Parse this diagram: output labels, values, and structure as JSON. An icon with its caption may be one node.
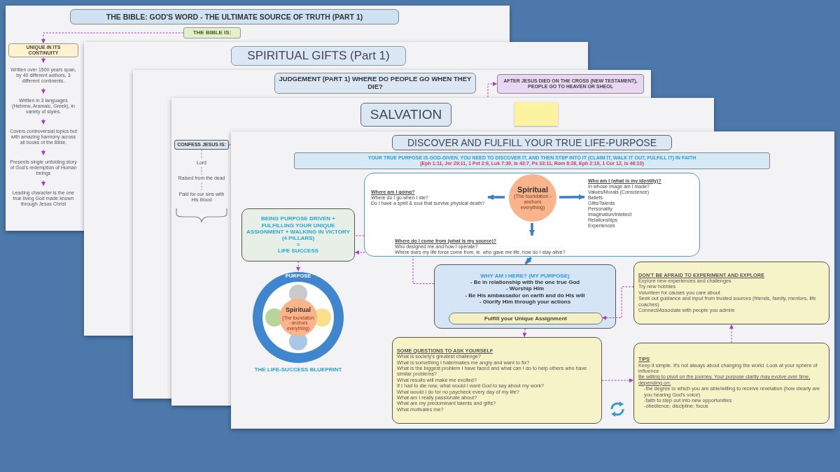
{
  "diagram": {
    "nodes": [
      {
        "text": [
          "THE BIBLE: GOD'S WORD - THE ULTIMATE SOURCE OF TRUTH (PART 1)"
        ]
      },
      {
        "text": [
          "THE BIBLE IS:"
        ]
      },
      {
        "text": [
          "UNIQUE IN ITS CONTINUITY"
        ]
      },
      {
        "text": [
          "Written over 1500 years span, by 40 different authors, 3 different continents."
        ]
      },
      {
        "text": [
          "Written in 3 languages (Hebrew, Aramaic, Greek), in variety of styles."
        ]
      },
      {
        "text": [
          "Covers controversial topics but with amazing harmony across all books of the Bible."
        ]
      },
      {
        "text": [
          "Presents single unfolding story of God's redemption of Human beings"
        ]
      },
      {
        "text": [
          "Leading character is the one true living God made known through Jesus Christ"
        ]
      },
      {
        "text": [
          "SPIRITUAL GIFTS (Part 1)"
        ]
      },
      {
        "text": [
          "JUDGEMENT (PART 1) WHERE DO PEOPLE GO WHEN THEY DIE?"
        ]
      },
      {
        "text": [
          "AFTER JESUS DIED ON THE CROSS (NEW TESTAMENT), PEOPLE GO TO HEAVEN OR SHEOL"
        ]
      },
      {
        "text": [
          "SALVATION"
        ]
      },
      {
        "text": [
          "CONFESS JESUS IS:"
        ]
      },
      {
        "text": [
          "Lord"
        ]
      },
      {
        "text": [
          "Raised from the dead"
        ]
      },
      {
        "text": [
          "Paid for our sins with His blood"
        ]
      },
      {
        "text": [
          "DISCOVER AND FULFILL YOUR TRUE LIFE-PURPOSE"
        ]
      },
      {
        "text": [
          "YOUR TRUE PURPOSE IS GOD-GIVEN. YOU NEED TO DISCOVER IT, AND THEN STEP INTO IT (CLAIM IT, WALK IT OUT, FULFILL IT) IN FAITH",
          "(Eph 1:11, Jer 29:11, 1 Pet 2:9, Luk 7:30, Is 43:7, Ps 33:11, Rom 8:28, Eph 2:10, 1 Cor 12, Is 46:10)"
        ]
      },
      {
        "text": [],
        "shape": "box"
      },
      {
        "text": [
          "Spiritual",
          "(The foundation - anchors everything)"
        ],
        "in": 18
      },
      {
        "text": [
          "Where am I going?",
          "Where do I go when I die?",
          "Do I have a spirit & soul that survive physical death?"
        ],
        "in": 18
      },
      {
        "text": [
          "Who am I (what is my identity)?",
          "In whose image am I made?",
          "Values/Morals (Conscience)",
          "Beliefs",
          "Gifts/Talents",
          "Personality",
          "Imagination/Intellect",
          "Relationships",
          "Experiences"
        ],
        "in": 18
      },
      {
        "text": [
          "Where do I come from (what is my source)?",
          "Who designed me and how I operate?",
          "Where does my life force come from, ie. who gave me life, how do I stay alive?"
        ],
        "in": 18
      },
      {
        "text": [
          "BEING PURPOSE DRIVEN + FULFILLING YOUR UNIQUE ASSIGNMENT + WALKING IN VICTORY (4 PILLARS)",
          "=",
          "LIFE SUCCESS"
        ]
      },
      {
        "text": [
          "PURPOSE",
          "Spiritual",
          "(The foundation - anchors everything)"
        ],
        "beside": [
          "THE LIFE-SUCCESS BLUEPRINT"
        ]
      },
      {
        "text": [
          "WHY AM I HERE? (MY PURPOSE)",
          "- Be in relationship with the one true God",
          "- Worship Him",
          "- Be His ambassador on earth and do His will",
          "- Glorify Him through your actions"
        ]
      },
      {
        "text": [
          "Fulfill your Unique Assignment"
        ],
        "in": 25
      },
      {
        "text": [
          "SOME QUESTIONS TO ASK YOURSELF",
          "What is society's greatest challenge?",
          "What is something I hate/makes me angry and want to fix?",
          "What is the biggest problem I have faced and what can I do to help others who have similar problems?",
          "What results will make me excited?",
          "If I had to die now, what would I want God to say about my work?",
          "What would I do for no paycheck every day of my life?",
          "What am I really passionate about?",
          "What are my predominant talents and gifts?",
          "What motivates me?"
        ]
      },
      {
        "text": [
          "DON'T BE AFRAID TO EXPERIMENT AND EXPLORE",
          "Explore new experiences and challenges",
          "Try new hobbies",
          "Volunteer for causes you care about",
          "Seek out guidance and input from trusted sources (friends, family, mentors, life coaches)",
          "Connect/Associate with people you admire"
        ]
      },
      {
        "text": [
          "TIPS",
          "Keep it simple. It's not always about changing the world. Look at your sphere of influence",
          "Be willing to pivot on the journey. Your purpose clarity may evolve over time, depending on:",
          "-the degree to which you are able/willing to receive revelation (how clearly are you hearing God's voice)",
          "-faith to step out into new opportunities",
          "-obedience; discipline; focus"
        ]
      }
    ],
    "edges": [
      {
        "from": 1,
        "to": 2,
        "arrow": "to",
        "style": "dashed"
      },
      {
        "from": 2,
        "to": 3,
        "arrow": "to",
        "style": "dashed"
      },
      {
        "from": 3,
        "to": 4,
        "arrow": "to",
        "style": "dashed"
      },
      {
        "from": 4,
        "to": 5,
        "arrow": "to",
        "style": "dashed"
      },
      {
        "from": 5,
        "to": 6,
        "arrow": "to",
        "style": "dashed"
      },
      {
        "from": 6,
        "to": 7,
        "arrow": "to",
        "style": "dashed"
      },
      {
        "from": 12,
        "to": null,
        "arrow": "other",
        "style": "dashed"
      },
      {
        "from": 12,
        "to": 13,
        "arrow": "none",
        "style": "dashed",
        "color": "#9a9a9a"
      },
      {
        "from": 13,
        "to": 14,
        "arrow": "none",
        "style": "dashed",
        "color": "#9a9a9a"
      },
      {
        "from": 14,
        "to": 15,
        "arrow": "none",
        "style": "dashed",
        "color": "#9a9a9a"
      },
      {
        "from": null,
        "to": 10,
        "arrow": "to",
        "style": "dashed"
      },
      {
        "from": 18,
        "to": 23,
        "arrow": "to",
        "style": "dashed"
      },
      {
        "from": 25,
        "to": 23,
        "arrow": "to",
        "style": "dashed"
      },
      {
        "from": 23,
        "to": 24,
        "arrow": "to",
        "style": "dashed"
      },
      {
        "from": 25,
        "to": 27,
        "arrow": "to",
        "style": "dashed"
      },
      {
        "from": 27,
        "to": 29,
        "arrow": "to",
        "style": "dashed"
      },
      {
        "from": 29,
        "to": 28,
        "arrow": "to",
        "style": "dashed"
      },
      {
        "from": 28,
        "to": 26,
        "arrow": "to",
        "style": "dashed"
      },
      {
        "from": 19,
        "to": 20,
        "arrow": "to",
        "style": "thick",
        "color": "#3d7cc9"
      },
      {
        "from": 19,
        "to": 21,
        "arrow": "to",
        "style": "thick",
        "color": "#3d7cc9"
      },
      {
        "from": 19,
        "to": 22,
        "arrow": "to",
        "style": "thick",
        "color": "#3d7cc9"
      },
      {
        "from": 18,
        "to": 25,
        "arrow": "to",
        "style": "thick",
        "color": "#3d7cc9"
      }
    ]
  }
}
